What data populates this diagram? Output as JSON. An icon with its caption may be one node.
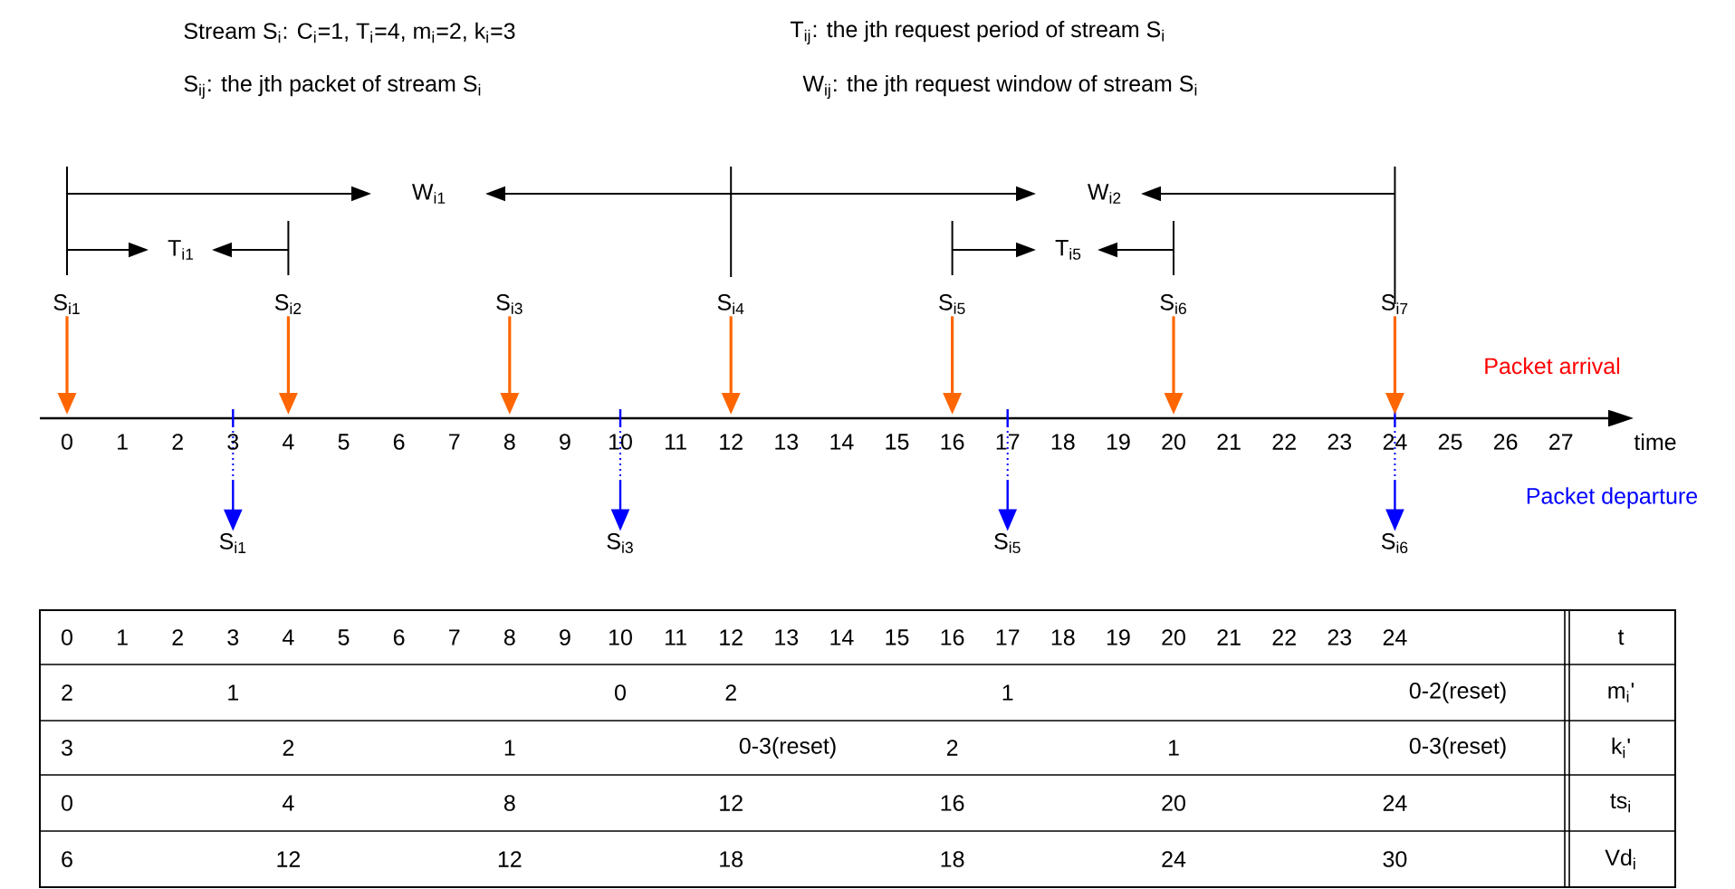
{
  "diagram": {
    "nodes": [
      {
        "text": [
          "S$_{i1}$"
        ]
      },
      {
        "text": [
          "S$_{i2}$"
        ]
      },
      {
        "text": [
          "S$_{i3}$"
        ]
      },
      {
        "text": [
          "S$_{i4}$"
        ]
      },
      {
        "text": [
          "S$_{i5}$"
        ]
      },
      {
        "text": [
          "S$_{i6}$"
        ]
      },
      {
        "text": [
          "S$_{i7}$"
        ]
      },
      {
        "text": [
          "S$_{i1}$"
        ]
      },
      {
        "text": [
          "S$_{i3}$"
        ]
      },
      {
        "text": [
          "S$_{i5}$"
        ]
      },
      {
        "text": [
          "S$_{i6}$"
        ]
      }
    ],
    "edges": [
      {
        "from": 0,
        "to": null,
        "arrow": "to"
      },
      {
        "from": 1,
        "to": null,
        "arrow": "to"
      },
      {
        "from": 2,
        "to": null,
        "arrow": "to"
      },
      {
        "from": 3,
        "to": null,
        "arrow": "to"
      },
      {
        "from": 4,
        "to": null,
        "arrow": "to"
      },
      {
        "from": 5,
        "to": null,
        "arrow": "to"
      },
      {
        "from": 6,
        "to": null,
        "arrow": "to"
      },
      {
        "from": null,
        "to": 7,
        "arrow": "to",
        "color": "#0000ff"
      },
      {
        "from": null,
        "to": 8,
        "arrow": "to",
        "color": "#0000ff"
      },
      {
        "from": null,
        "to": 9,
        "arrow": "to",
        "color": "#0000ff"
      },
      {
        "from": null,
        "to": 10,
        "arrow": "to",
        "color": "#0000ff"
      }
    ],
    "labels": [
      "Stream S$_{i}$: C$_{i}$=1, T$_{i}$=4, m$_{i}$=2, k$_{i}$=3",
      "T$_{ij}$: the jth request period of stream S$_{i}$",
      "S$_{ij}$: the jth packet of stream S$_{i}$",
      "W$_{ij}$: the jth request window of stream S$_{i}$",
      "W$_{i1}$",
      "W$_{i2}$",
      "T$_{i1}$",
      "T$_{i5}$",
      "Packet arrival",
      "0",
      "1",
      "2",
      "3",
      "4",
      "5",
      "6",
      "7",
      "8",
      "9",
      "10",
      "11",
      "12",
      "13",
      "14",
      "15",
      "16",
      "17",
      "18",
      "19",
      "20",
      "21",
      "22",
      "23",
      "24",
      "25",
      "26",
      "27",
      "time",
      "Packet departure",
      "0",
      "1",
      "2",
      "3",
      "4",
      "5",
      "6",
      "7",
      "8",
      "9",
      "10",
      "11",
      "12",
      "13",
      "14",
      "15",
      "16",
      "17",
      "18",
      "19",
      "20",
      "21",
      "22",
      "23",
      "24",
      "t",
      "2",
      "1",
      "0",
      "2",
      "1",
      "0-2(reset)",
      "m$_{i}$'",
      "3",
      "2",
      "1",
      "0-3(reset)",
      "2",
      "1",
      "0-3(reset)",
      "k$_{i}$'",
      "0",
      "4",
      "8",
      "12",
      "16",
      "20",
      "24",
      "ts$_{i}$",
      "6",
      "12",
      "12",
      "18",
      "18",
      "24",
      "30",
      "Vd$_{i}$"
    ]
  }
}
